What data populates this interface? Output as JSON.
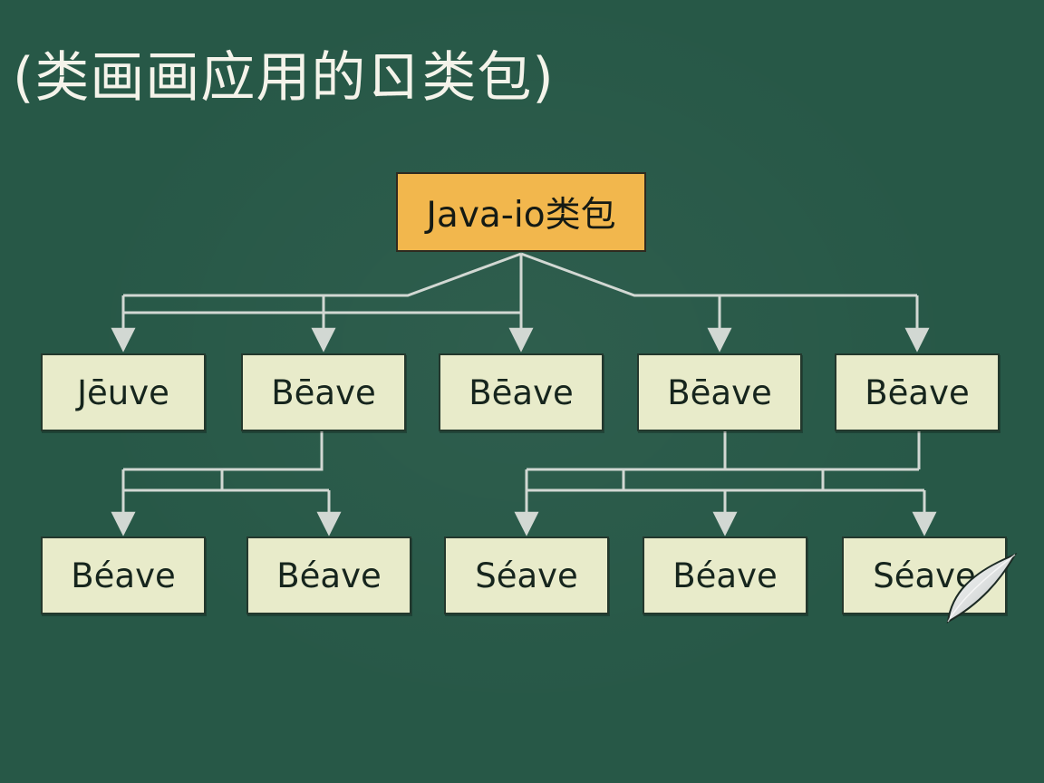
{
  "title": "(类画画应用的ㄖ类包)",
  "root": {
    "label": "Java-io类包"
  },
  "level1": [
    {
      "label": "Jēuve"
    },
    {
      "label": "Bēave"
    },
    {
      "label": "Bēave"
    },
    {
      "label": "Bēave"
    },
    {
      "label": "Bēave"
    }
  ],
  "level2": [
    {
      "label": "Béave"
    },
    {
      "label": "Béave"
    },
    {
      "label": "Séave"
    },
    {
      "label": "Béave"
    },
    {
      "label": "Séave"
    }
  ],
  "colors": {
    "background": "#275847",
    "root_fill": "#f2b74d",
    "node_fill": "#e8ebca",
    "connector": "#d2d8d3"
  }
}
